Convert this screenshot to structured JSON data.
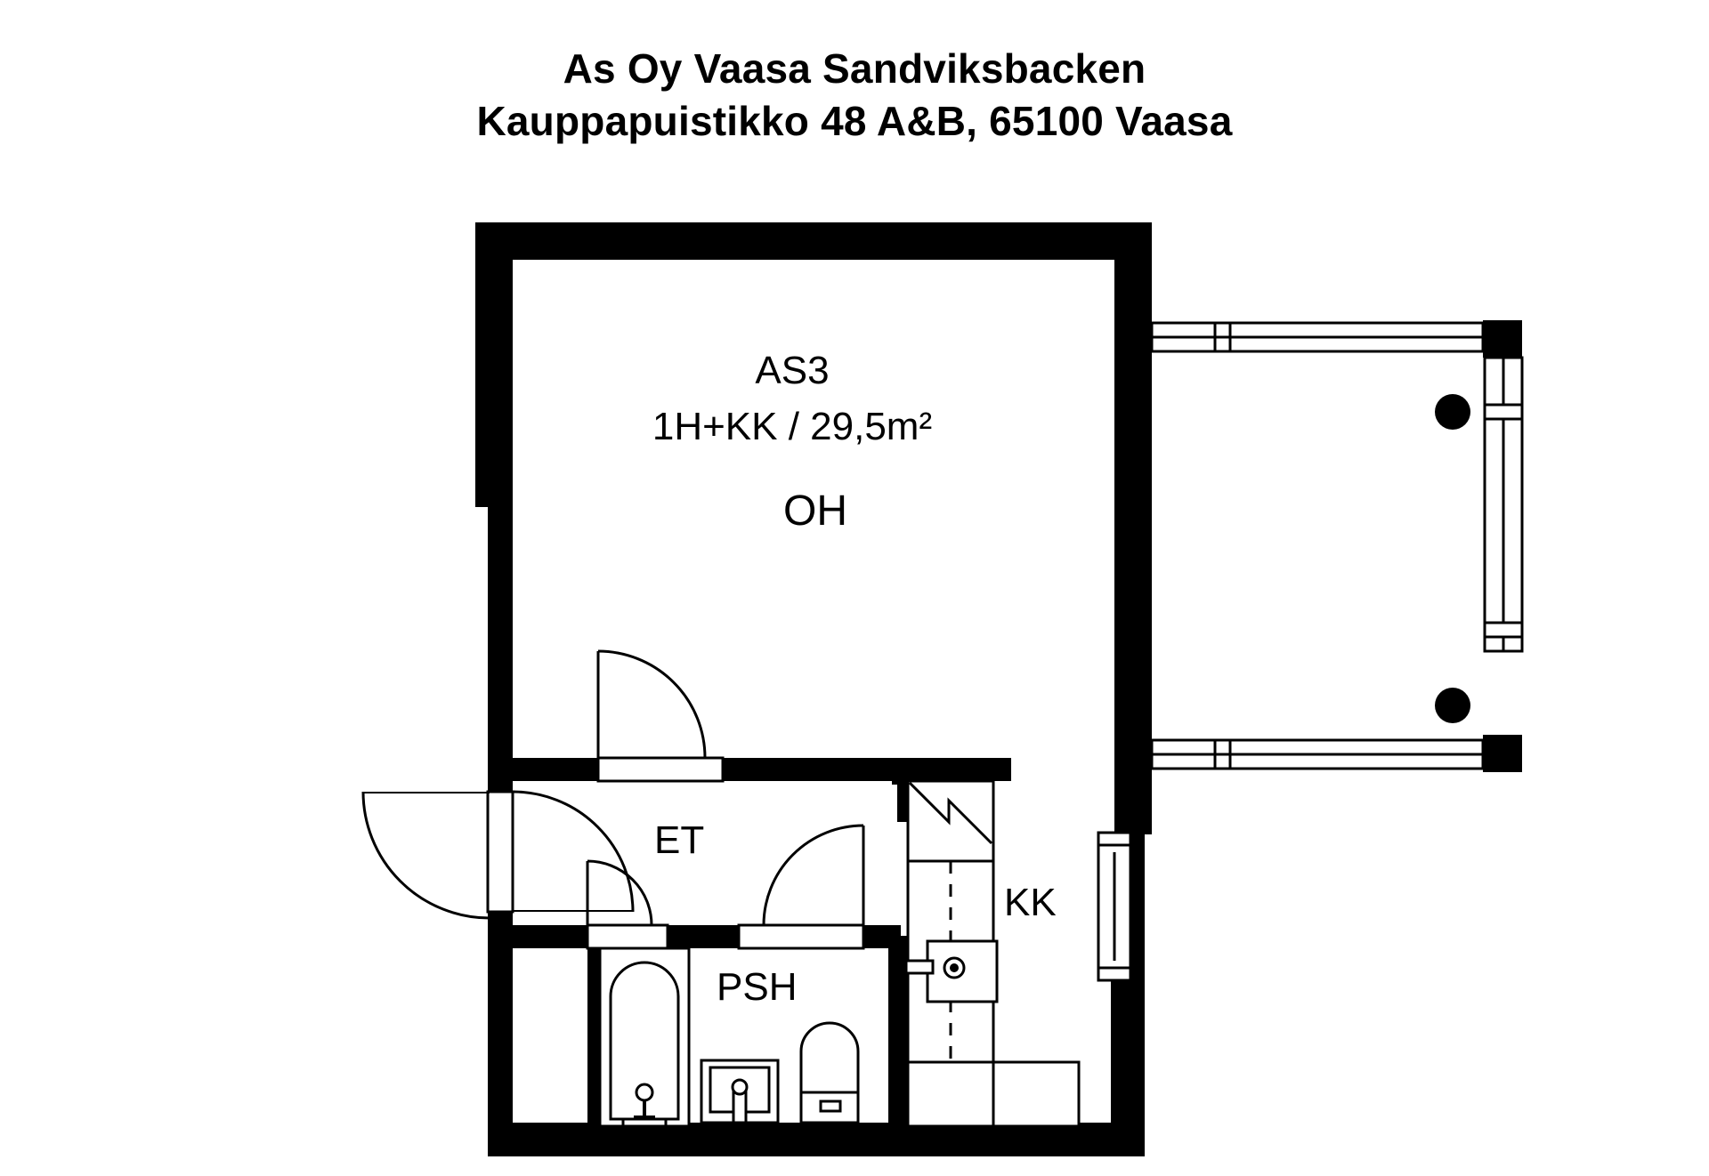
{
  "title": {
    "line1": "As Oy Vaasa Sandviksbacken",
    "line2": "Kauppapuistikko 48 A&B, 65100 Vaasa"
  },
  "apartment": {
    "unit_id": "AS3",
    "type_and_area": "1H+KK / 29,5m²",
    "room_type": "1H+KK",
    "area": "29,5m²"
  },
  "rooms": [
    {
      "code": "OH",
      "label": "OH",
      "name": "living-room"
    },
    {
      "code": "ET",
      "label": "ET",
      "name": "entry-hall"
    },
    {
      "code": "PSH",
      "label": "PSH",
      "name": "washroom"
    },
    {
      "code": "KK",
      "label": "KK",
      "name": "kitchenette"
    }
  ],
  "colors": {
    "wall": "#000000",
    "background": "#ffffff",
    "line": "#000000",
    "text": "#000000"
  },
  "features": {
    "balcony": "balcony-railing-right",
    "balcony_posts": 2,
    "doors": 4,
    "windows": 3,
    "fixtures": [
      "bathtub",
      "sink",
      "toilet",
      "refrigerator",
      "kitchen-sink",
      "counter",
      "cabinets"
    ]
  }
}
